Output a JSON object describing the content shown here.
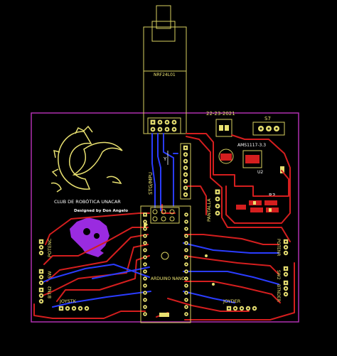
{
  "board": {
    "date": "22-23-2021",
    "club_title": "CLUB DE ROBÓTICA UNACAR",
    "designer": "Designed by Don Angelo",
    "colors": {
      "background": "#000000",
      "board_outline": "#b030b0",
      "silkscreen": "#e8e070",
      "trace_top": "#d41e1e",
      "trace_bottom": "#2a3cff",
      "logo": "#9a2be0"
    }
  },
  "labels": {
    "nrf_module": "NRF24L01",
    "stg_mpu": "STG/MPU",
    "y_axis": "Y",
    "s7": "S7",
    "regulator": "AMS1117-3.3",
    "u2": "U2",
    "r3": "R3",
    "pantalla": "PANTALLA",
    "arduino": "ARDUINO NANO",
    "pot_left": "POTENC",
    "sw_left": "SW",
    "btn_left": "BTN2",
    "joystick_left": "JOYSTK",
    "pot_right": "POTENR",
    "sw_right": "SW2",
    "btn_right": "BTNDER",
    "joystick_right": "JOYDER"
  }
}
